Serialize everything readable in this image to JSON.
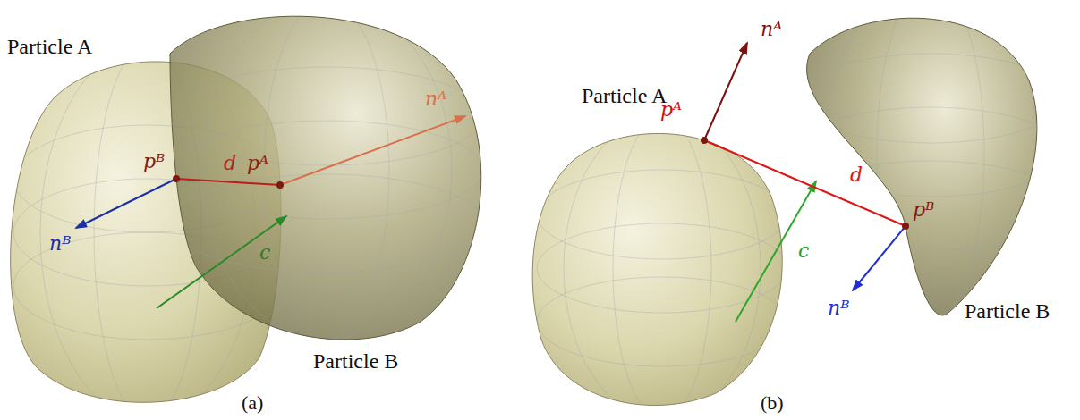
{
  "diagram": {
    "labels": [
      "Particle A",
      "pᴮ",
      "d",
      "pᴬ",
      "nᴬ",
      "nᴮ",
      "c",
      "Particle B",
      "(a)",
      "nᴬ",
      "Particle A",
      "pᴬ",
      "d",
      "c",
      "pᴮ",
      "Particle B",
      "nᴮ",
      "(b)"
    ]
  }
}
